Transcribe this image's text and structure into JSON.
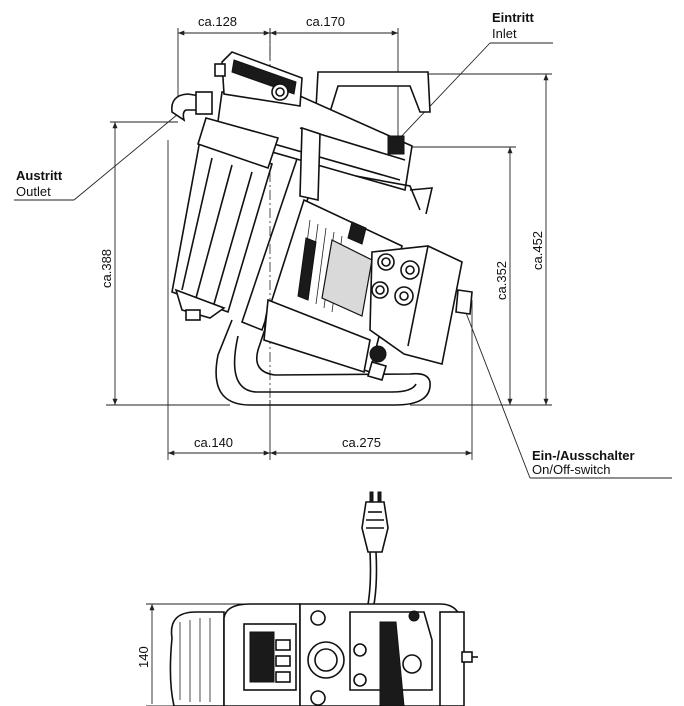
{
  "dimensions": {
    "top_left": "ca.128",
    "top_right": "ca.170",
    "left_height": "ca.388",
    "right_inner_height": "ca.352",
    "right_outer_height": "ca.452",
    "bottom_left": "ca.140",
    "bottom_right": "ca.275",
    "top_view_width": "140"
  },
  "labels": {
    "inlet_de": "Eintritt",
    "inlet_en": "Inlet",
    "outlet_de": "Austritt",
    "outlet_en": "Outlet",
    "switch_de": "Ein-/Ausschalter",
    "switch_en": "On/Off-switch"
  }
}
